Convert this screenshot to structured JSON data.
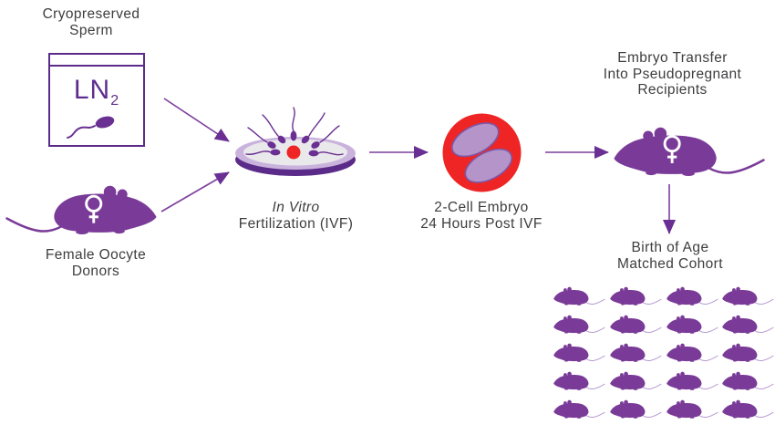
{
  "colors": {
    "purple_main": "#7a3b98",
    "purple_dark": "#5b2b8a",
    "purple_light": "#c9b3dc",
    "lavender_cell": "#b594c9",
    "red": "#ee2524",
    "dish_gray": "#e9e8ea",
    "text": "#3d3d3f"
  },
  "nodes": {
    "cryo_sperm": {
      "label_line1": "Cryopreserved",
      "label_line2": "Sperm",
      "tank_text": "LN",
      "tank_text_sub": "2",
      "icon": "ln2-tank-with-sperm-icon"
    },
    "oocyte_donor": {
      "label_line1": "Female Oocyte",
      "label_line2": "Donors",
      "icon": "female-mouse-icon"
    },
    "ivf": {
      "label_line1": "In Vitro",
      "label_line2": "Fertilization (IVF)",
      "icon": "petri-dish-sperm-egg-icon"
    },
    "embryo": {
      "label_line1": "2-Cell Embryo",
      "label_line2": "24 Hours Post IVF",
      "icon": "two-cell-embryo-icon"
    },
    "transfer": {
      "label_line1": "Embryo Transfer",
      "label_line2": "Into Pseudopregnant",
      "label_line3": "Recipients",
      "icon": "female-mouse-icon"
    },
    "birth": {
      "label_line1": "Birth of Age",
      "label_line2": "Matched Cohort",
      "icon": "mouse-cohort-grid-icon"
    }
  },
  "cohort": {
    "count": 20,
    "columns": 4,
    "rows": 5
  }
}
